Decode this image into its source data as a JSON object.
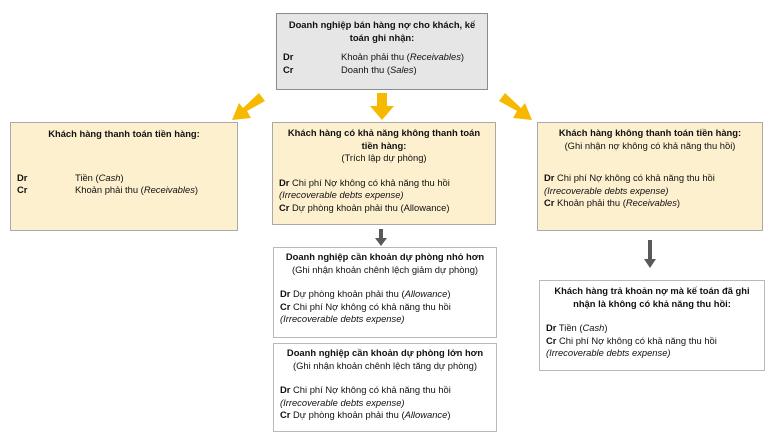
{
  "colors": {
    "arrow_yellow": "#f7b800",
    "arrow_gray": "#595959",
    "box_yellow": "#fdf0ce",
    "box_top": "#e6e6e6"
  },
  "top": {
    "title": "Doanh nghiệp bán hàng nợ cho khách, kế toán ghi nhận:",
    "dr": "Dr",
    "dr_text": "Khoản phải thu (",
    "dr_it": "Receivables",
    "dr_end": ")",
    "cr": "Cr",
    "cr_text": "Doanh thu (",
    "cr_it": "Sales",
    "cr_end": ")"
  },
  "left": {
    "title": "Khách hàng thanh toán tiền hàng:",
    "dr": "Dr",
    "dr_text": "Tiền (",
    "dr_it": "Cash",
    "dr_end": ")",
    "cr": "Cr",
    "cr_text": "Khoản phải thu (",
    "cr_it": "Receivables",
    "cr_end": ")"
  },
  "center": {
    "title": "Khách hàng có khả năng không thanh toán tiền hàng:",
    "subtitle": "(Trích lập dự phòng)",
    "dr": "Dr",
    "dr_text": " Chi phí Nợ không có khả năng thu hồi",
    "dr_it": "(Irrecoverable debts expense)",
    "cr": "Cr",
    "cr_text": " Dự phòng khoản phải thu (Allowance)"
  },
  "right": {
    "title": "Khách hàng không thanh toán tiền hàng:",
    "subtitle": "(Ghi nhận nợ không có khả năng thu hồi)",
    "dr": "Dr",
    "dr_text": " Chi phí Nợ không có khả năng thu hồi",
    "dr_it": "(Irrecoverable debts expense)",
    "cr": "Cr",
    "cr_text": " Khoản phải thu (",
    "cr_it": "Receivables",
    "cr_end": ")"
  },
  "smaller": {
    "title": "Doanh nghiệp cần khoản dự phòng nhỏ hơn",
    "subtitle": "(Ghi nhận khoản chênh lệch giảm dự phòng)",
    "dr": "Dr",
    "dr_text": " Dự phòng khoản phải thu (",
    "dr_it": "Allowance",
    "dr_end": ")",
    "cr": "Cr",
    "cr_text": " Chi phí Nợ không có khả năng thu hồi",
    "cr_it": "(Irrecoverable debts expense)"
  },
  "larger": {
    "title": "Doanh nghiệp cần khoản dự phòng lớn hơn",
    "subtitle": "(Ghi nhận khoản chênh lệch tăng dự phòng)",
    "dr": "Dr",
    "dr_text": " Chi phí Nợ không có khả năng thu hồi",
    "dr_it": "(Irrecoverable debts expense)",
    "cr": "Cr",
    "cr_text": " Dự phòng khoản phải thu (",
    "cr_it": "Allowance",
    "cr_end": ")"
  },
  "repay": {
    "title": "Khách hàng trả khoản nợ mà kế toán đã ghi nhận là không có khả năng thu hồi:",
    "dr": "Dr",
    "dr_text": " Tiền (",
    "dr_it": "Cash",
    "dr_end": ")",
    "cr": "Cr",
    "cr_text": " Chi phí Nợ không có khả năng thu hồi",
    "cr_it": "(Irrecoverable debts expense)"
  }
}
